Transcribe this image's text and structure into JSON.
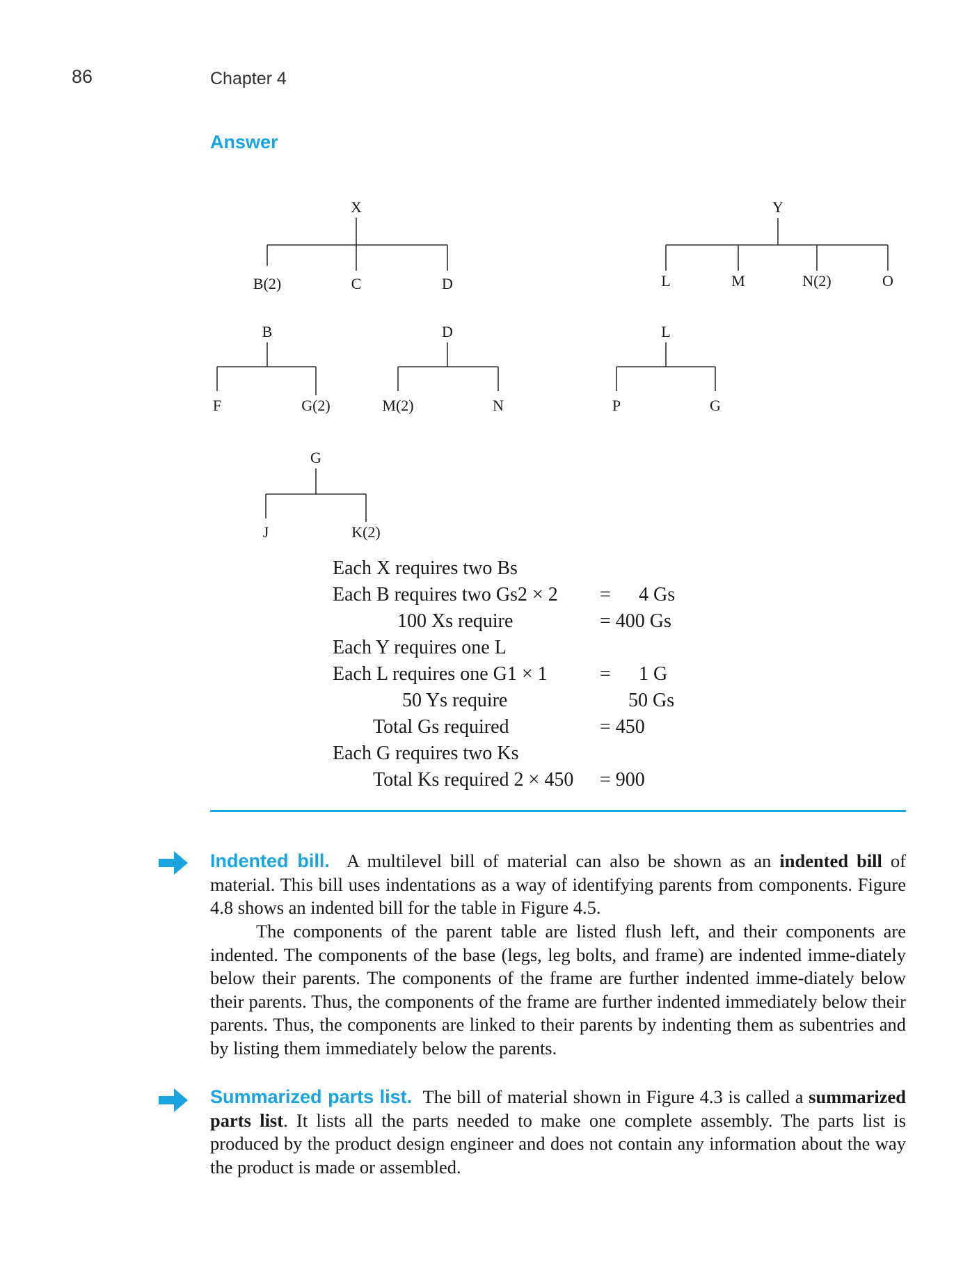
{
  "header": {
    "page_number": "86",
    "chapter": "Chapter 4"
  },
  "answer_heading": "Answer",
  "tree": {
    "nodes": {
      "x": "X",
      "x_b": "B(2)",
      "x_c": "C",
      "x_d": "D",
      "y": "Y",
      "y_l": "L",
      "y_m": "M",
      "y_n": "N(2)",
      "y_o": "O",
      "b": "B",
      "b_f": "F",
      "b_g": "G(2)",
      "d": "D",
      "d_m": "M(2)",
      "d_n": "N",
      "l": "L",
      "l_p": "P",
      "l_g": "G",
      "g": "G",
      "g_j": "J",
      "g_k": "K(2)"
    }
  },
  "calc": {
    "line1": "Each X requires two Bs",
    "line2": "Each B requires two Gs2 × 2",
    "line2_eq": "=",
    "line2_val": "4 Gs",
    "line3": "100 Xs require",
    "line3_eq": "= 400 Gs",
    "line4": "Each Y requires one L",
    "line5": "Each L requires one G1 × 1",
    "line5_eq": "=",
    "line5_val": "1 G",
    "line6": "50 Ys require",
    "line6_val": "50 Gs",
    "line7": "Total Gs required",
    "line7_eq": "= 450",
    "line8": "Each G requires two Ks",
    "line9": "Total Ks required 2 × 450",
    "line9_eq": "= 900"
  },
  "indented_bill": {
    "term": "Indented bill.",
    "p1_a": "A multilevel bill of material can also be shown as an ",
    "p1_bold": "indented bill",
    "p1_b": " of material. This bill uses indentations as a way of identifying parents from components. Figure 4.8 shows an indented bill for the table in Figure 4.5.",
    "p2": "The components of the parent table are listed flush left, and their components are indented. The components of the base (legs, leg bolts, and frame) are indented imme-diately below their parents. The components of the frame are further indented imme-diately below their parents. Thus, the components of the frame are further indented immediately below their parents. Thus, the components are linked to their parents by indenting them as subentries and by listing them immediately below the parents."
  },
  "summarized_parts": {
    "term": "Summarized parts list.",
    "p_a": "The bill of material shown in Figure 4.3 is called a ",
    "p_bold": "summarized parts list",
    "p_b": ". It lists all the parts needed to make one complete assembly. The parts list is produced by the product design engineer and does not contain any information about the way the product is made or assembled."
  },
  "colors": {
    "accent": "#1ba3e0",
    "text": "#1a1a1a"
  },
  "icons": {
    "margin_arrow": "right-arrow-icon"
  }
}
